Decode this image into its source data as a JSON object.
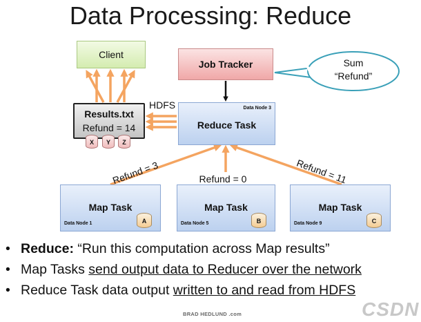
{
  "title": "Data Processing: Reduce",
  "nodes": {
    "client": "Client",
    "job_tracker": "Job Tracker",
    "reduce_task": "Reduce Task",
    "reduce_node": "Data Node 3",
    "results_file": "Results.txt",
    "results_value": "Refund = 14",
    "results_blocks": [
      "X",
      "Y",
      "Z"
    ],
    "hdfs": "HDFS",
    "bubble_line1": "Sum",
    "bubble_line2": "“Refund”",
    "map_tasks": [
      {
        "label": "Map Task",
        "node": "Data Node 1",
        "block": "A",
        "edge_label": "Refund = 3"
      },
      {
        "label": "Map Task",
        "node": "Data Node 5",
        "block": "B",
        "edge_label": "Refund = 0"
      },
      {
        "label": "Map Task",
        "node": "Data Node 9",
        "block": "C",
        "edge_label": "Refund = 11"
      }
    ]
  },
  "colors": {
    "arrow": "#f4a460",
    "reduce_box": "#bcd1ef",
    "job_tracker_box": "#f0a8a8",
    "client_box": "#d4ecb0",
    "bubble_border": "#3aa0b8"
  },
  "bullets": [
    {
      "bold": "Reduce:",
      "rest": " “Run this computation across Map results”"
    },
    {
      "plain": "Map Tasks ",
      "underlined": "send output data to Reducer over the network"
    },
    {
      "plain": "Reduce Task data output ",
      "underlined": "written to and read from HDFS"
    }
  ],
  "bullet_symbol": "•",
  "footer": "BRAD HEDLUND .com",
  "watermark": "CSDN"
}
